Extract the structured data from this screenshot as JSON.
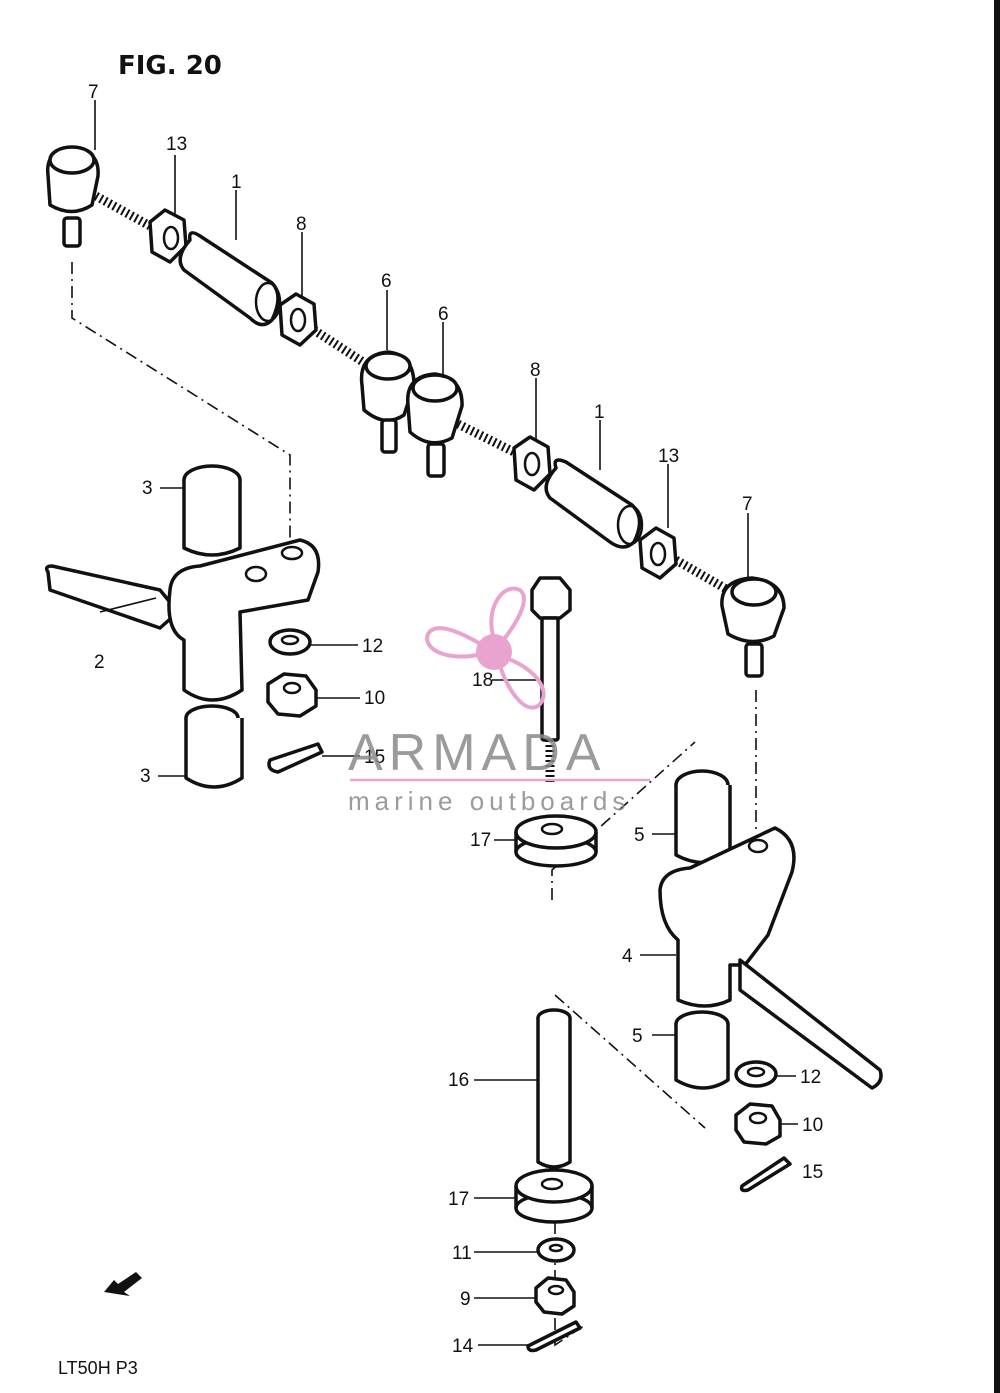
{
  "figure": {
    "title": "FIG. 20"
  },
  "watermark": {
    "brand": "ARMADA",
    "tagline": "marine outboards",
    "accent_color": "#e8a3cf",
    "text_color": "#8a8a8a"
  },
  "callouts": [
    {
      "id": "c7a",
      "label": "7"
    },
    {
      "id": "c13a",
      "label": "13"
    },
    {
      "id": "c1a",
      "label": "1"
    },
    {
      "id": "c8a",
      "label": "8"
    },
    {
      "id": "c6a",
      "label": "6"
    },
    {
      "id": "c6b",
      "label": "6"
    },
    {
      "id": "c8b",
      "label": "8"
    },
    {
      "id": "c1b",
      "label": "1"
    },
    {
      "id": "c13b",
      "label": "13"
    },
    {
      "id": "c7b",
      "label": "7"
    },
    {
      "id": "c3a",
      "label": "3"
    },
    {
      "id": "c2",
      "label": "2"
    },
    {
      "id": "c12a",
      "label": "12"
    },
    {
      "id": "c10a",
      "label": "10"
    },
    {
      "id": "c3b",
      "label": "3"
    },
    {
      "id": "c15a",
      "label": "15"
    },
    {
      "id": "c18",
      "label": "18"
    },
    {
      "id": "c17a",
      "label": "17"
    },
    {
      "id": "c5a",
      "label": "5"
    },
    {
      "id": "c4",
      "label": "4"
    },
    {
      "id": "c5b",
      "label": "5"
    },
    {
      "id": "c12b",
      "label": "12"
    },
    {
      "id": "c10b",
      "label": "10"
    },
    {
      "id": "c15b",
      "label": "15"
    },
    {
      "id": "c16",
      "label": "16"
    },
    {
      "id": "c17b",
      "label": "17"
    },
    {
      "id": "c11",
      "label": "11"
    },
    {
      "id": "c9",
      "label": "9"
    },
    {
      "id": "c14",
      "label": "14"
    }
  ],
  "footer": {
    "model_code": "LT50H P3"
  }
}
